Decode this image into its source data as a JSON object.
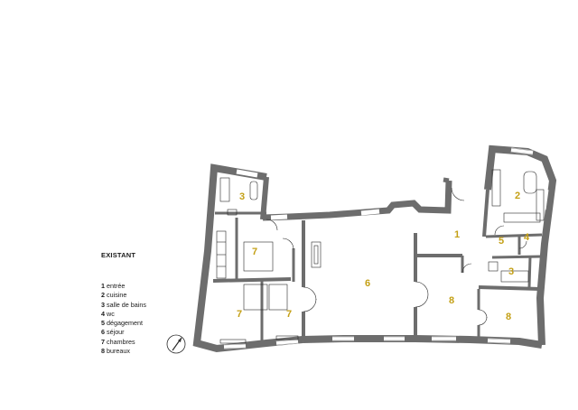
{
  "title": "EXISTANT",
  "legend": [
    {
      "num": "1",
      "label": "entrée"
    },
    {
      "num": "2",
      "label": "cuisine"
    },
    {
      "num": "3",
      "label": "salle de bains"
    },
    {
      "num": "4",
      "label": "wc"
    },
    {
      "num": "5",
      "label": "dégagement"
    },
    {
      "num": "6",
      "label": "séjour"
    },
    {
      "num": "7",
      "label": "chambres"
    },
    {
      "num": "8",
      "label": "bureaux"
    }
  ],
  "rooms": [
    {
      "id": "bath-left",
      "label": "3"
    },
    {
      "id": "bedroom-center",
      "label": "7"
    },
    {
      "id": "bedroom-left",
      "label": "7"
    },
    {
      "id": "bedroom-mid",
      "label": "7"
    },
    {
      "id": "living",
      "label": "6"
    },
    {
      "id": "entry",
      "label": "1"
    },
    {
      "id": "kitchen",
      "label": "2"
    },
    {
      "id": "corridor",
      "label": "5"
    },
    {
      "id": "wc",
      "label": "4"
    },
    {
      "id": "bath-right",
      "label": "3"
    },
    {
      "id": "office-a",
      "label": "8"
    },
    {
      "id": "office-b",
      "label": "8"
    }
  ],
  "colors": {
    "wall": "#6d6d6d",
    "room_label": "#c4a016",
    "line": "#2a2a2a"
  },
  "icons": [
    "north-arrow-icon"
  ]
}
